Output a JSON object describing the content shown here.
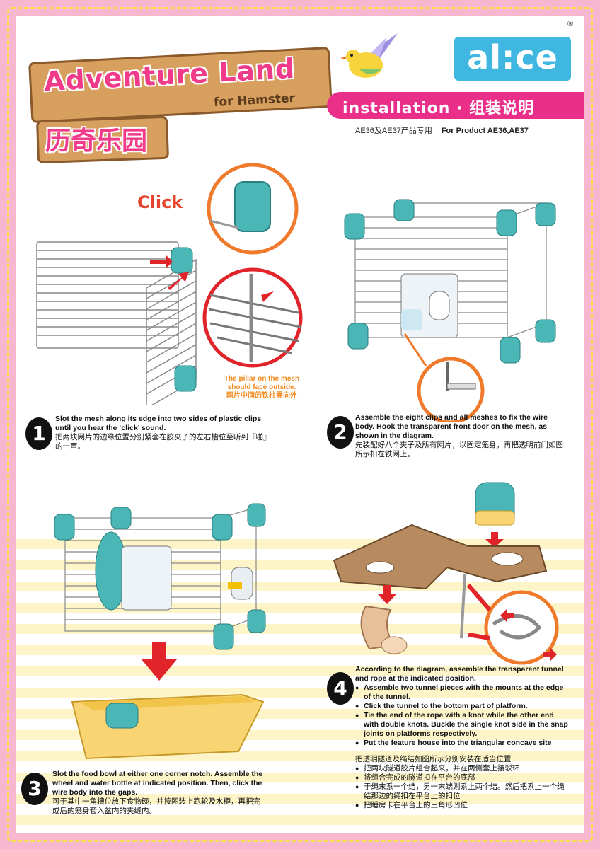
{
  "header": {
    "title_en": "Adventure Land",
    "title_sub": "for Hamster",
    "title_cn": "历奇乐园",
    "brand": "al:ce",
    "registered": "®",
    "install_label": "installation · 组装说明",
    "product_cn": "AE36及AE37产品专用",
    "product_en": "For Product AE36,AE37"
  },
  "step1": {
    "number": "1",
    "en": "Slot the mesh along its edge into two sides of plastic clips until you hear the ‘click’ sound.",
    "cn": "把两块网片的边缘位置分别紧套在胶夹子的左右槽位至听到『啪』的一声。",
    "click_label": "Click",
    "note_en": "The pillar on the mesh should face outside.",
    "note_cn": "网片中间的铁柱需向外"
  },
  "step2": {
    "number": "2",
    "en": "Assemble the eight clips and all meshes to fix the wire body. Hook the transparent front door on the mesh, as shown in the diagram.",
    "cn": "先装配好八个夹子及所有网片，以固定笼身，再把透明前门如图所示扣在铁网上。"
  },
  "step3": {
    "number": "3",
    "en": "Slot the food bowl at either one corner notch. Assemble the wheel and water bottle at indicated position. Then, click the wire body into the gaps.",
    "cn": "可于其中一角槽位放下食物碗，并按图装上跑轮及水樽，再把完成后的笼身套入盆内的夹缝内。"
  },
  "step4": {
    "number": "4",
    "en_intro": "According to the diagram, assemble the transparent tunnel and rope at the indicated position.",
    "en_bullets": [
      "Assemble two tunnel pieces with the mounts at the edge of the tunnel.",
      "Click the tunnel to the bottom part of platform.",
      "Tie the end of the rope with a knot while the other end with double knots. Buckle the single knot side in the snap joints on platforms respectively.",
      "Put the feature house into the triangular concave site"
    ],
    "cn_intro": "把透明隧道及绳结如图所示分别安装在适当位置",
    "cn_bullets": [
      "把两块隧道胶片组合起来，并在两侧套上接驳环",
      "将组合完成的隧道扣在平台的底部",
      "于绳末系一个结，另一末端则系上两个结。然后把系上一个绳结那边的绳扣在平台上的扣位",
      "把睡房卡在平台上的三角形凹位"
    ]
  },
  "colors": {
    "pink": "#f6b7cf",
    "magenta": "#ea2f8a",
    "teal": "#4bb6b6",
    "orange": "#f07a2c",
    "red": "#e0242a",
    "yellow": "#f7e04b"
  }
}
